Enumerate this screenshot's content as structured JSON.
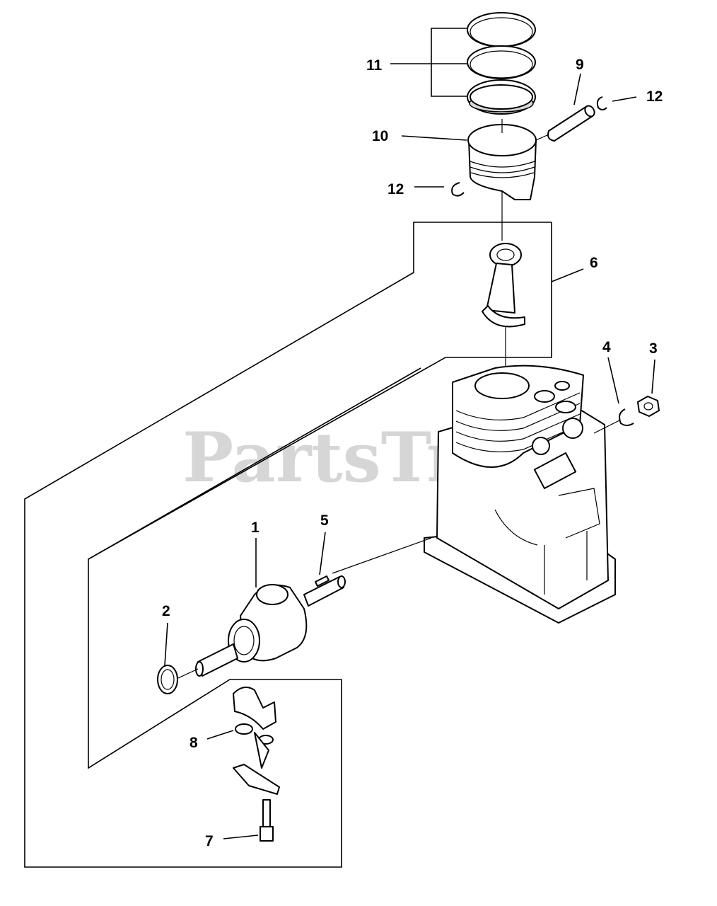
{
  "watermark": "PartsTree",
  "callouts": [
    {
      "id": "callout-11",
      "label": "11"
    },
    {
      "id": "callout-9",
      "label": "9"
    },
    {
      "id": "callout-12-top",
      "label": "12"
    },
    {
      "id": "callout-10",
      "label": "10"
    },
    {
      "id": "callout-12-left",
      "label": "12"
    },
    {
      "id": "callout-6",
      "label": "6"
    },
    {
      "id": "callout-4",
      "label": "4"
    },
    {
      "id": "callout-3",
      "label": "3"
    },
    {
      "id": "callout-1",
      "label": "1"
    },
    {
      "id": "callout-5",
      "label": "5"
    },
    {
      "id": "callout-2",
      "label": "2"
    },
    {
      "id": "callout-8",
      "label": "8"
    },
    {
      "id": "callout-7",
      "label": "7"
    }
  ]
}
